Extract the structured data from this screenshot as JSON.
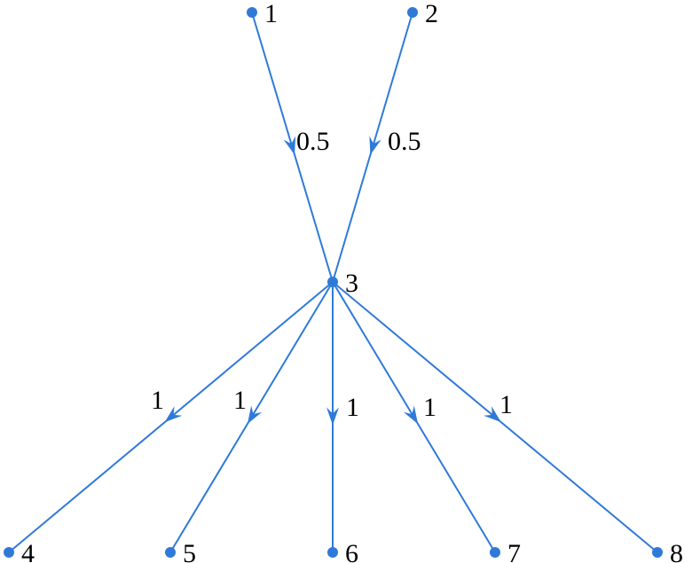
{
  "colors": {
    "edge": "#2f7ad9",
    "node": "#2f7ad9",
    "text": "#000000"
  },
  "nodes": [
    {
      "id": "1",
      "label": "1"
    },
    {
      "id": "2",
      "label": "2"
    },
    {
      "id": "3",
      "label": "3"
    },
    {
      "id": "4",
      "label": "4"
    },
    {
      "id": "5",
      "label": "5"
    },
    {
      "id": "6",
      "label": "6"
    },
    {
      "id": "7",
      "label": "7"
    },
    {
      "id": "8",
      "label": "8"
    }
  ],
  "edges": [
    {
      "from": "1",
      "to": "3",
      "weight": "0.5"
    },
    {
      "from": "2",
      "to": "3",
      "weight": "0.5"
    },
    {
      "from": "3",
      "to": "4",
      "weight": "1"
    },
    {
      "from": "3",
      "to": "5",
      "weight": "1"
    },
    {
      "from": "3",
      "to": "6",
      "weight": "1"
    },
    {
      "from": "3",
      "to": "7",
      "weight": "1"
    },
    {
      "from": "3",
      "to": "8",
      "weight": "1"
    }
  ]
}
